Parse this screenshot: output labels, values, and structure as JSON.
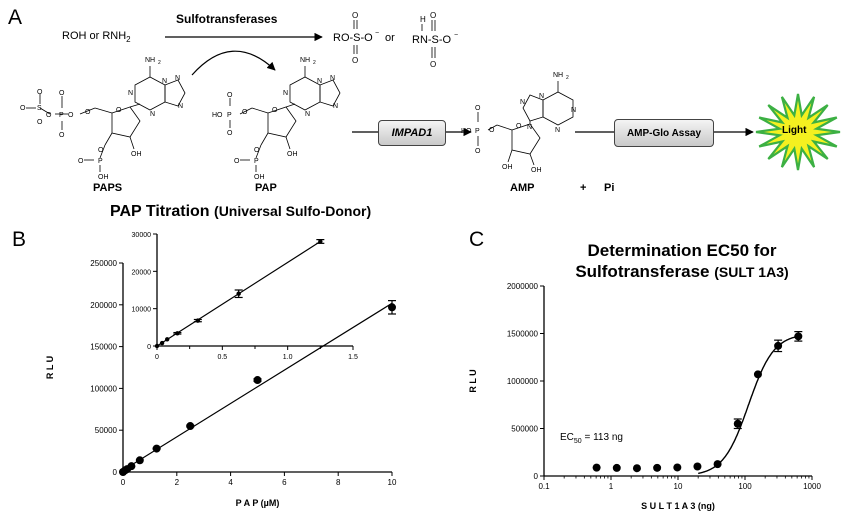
{
  "panel_a": {
    "label": "A",
    "reactant_text": "ROH  or  RNH",
    "reactant_sub": "2",
    "enzyme_label": "Sulfotransferases",
    "product_text_1": "RO-S-O",
    "or_text": "or",
    "product_text_2": "RN-S-O",
    "product_h": "H",
    "compounds": {
      "paps": "PAPS",
      "pap": "PAP",
      "amp": "AMP",
      "plus": "+",
      "pi": "Pi"
    },
    "impad_label": "IMPAD1",
    "ampglo_label": "AMP-Glo Assay",
    "light_label": "Light",
    "atoms": {
      "o": "O",
      "s": "S",
      "p": "P",
      "n": "N",
      "oh": "OH",
      "ho": "HO",
      "nh2": "NH",
      "minus": "−",
      "two": "2"
    }
  },
  "panel_b": {
    "label": "B",
    "title_main": "PAP Titration",
    "title_paren": "(Universal Sulfo-Donor)"
  },
  "panel_c": {
    "label": "C",
    "title_line1": "Determination EC50 for",
    "title_line2_main": "Sulfotransferase",
    "title_line2_paren": "(SULT 1A3)",
    "ec50_prefix": "EC",
    "ec50_sub": "50",
    "ec50_value": "= 113 ng"
  },
  "chart_data": [
    {
      "type": "scatter",
      "title": "PAP Titration (Universal Sulfo-Donor)",
      "xlabel": "P A P  (µM)",
      "ylabel": "R L U",
      "xlim": [
        0,
        10
      ],
      "ylim": [
        0,
        250000
      ],
      "xticks": [
        "0",
        "2",
        "4",
        "6",
        "8",
        "10"
      ],
      "yticks": [
        "0",
        "50000",
        "100000",
        "150000",
        "200000",
        "250000"
      ],
      "series": [
        {
          "x": [
            0,
            0.078,
            0.156,
            0.3125,
            0.625,
            1.25,
            2.5,
            5,
            10
          ],
          "y": [
            0,
            2000,
            3500,
            7000,
            14000,
            28000,
            55000,
            110000,
            197000
          ],
          "errors": [
            0,
            0,
            0,
            0,
            0,
            500,
            1000,
            1500,
            8000
          ]
        }
      ],
      "fit": "linear",
      "grid": false
    },
    {
      "type": "scatter",
      "title": "",
      "xlabel": "",
      "ylabel": "",
      "xlim": [
        0,
        1.5
      ],
      "ylim": [
        0,
        30000
      ],
      "xticks": [
        "0",
        "0.5",
        "1.0",
        "1.5"
      ],
      "xticks_minor": [
        "0.25",
        "0.75",
        "1.25"
      ],
      "yticks": [
        "0",
        "10000",
        "20000",
        "30000"
      ],
      "series": [
        {
          "x": [
            0,
            0.039,
            0.078,
            0.156,
            0.3125,
            0.625,
            1.25
          ],
          "y": [
            0,
            800,
            1800,
            3400,
            6800,
            14000,
            28000
          ],
          "errors": [
            0,
            0,
            0,
            200,
            300,
            1000,
            500
          ]
        }
      ],
      "fit": "linear",
      "inset": true,
      "grid": false
    },
    {
      "type": "scatter",
      "title": "Determination EC50 for Sulfotransferase (SULT 1A3)",
      "xlabel": "S U L T  1 A 3  (ng)",
      "ylabel": "R L U",
      "xscale": "log",
      "xlim": [
        0.1,
        1000
      ],
      "ylim": [
        0,
        2000000
      ],
      "xticks": [
        "0.1",
        "1",
        "10",
        "100",
        "1000"
      ],
      "yticks": [
        "0",
        "500000",
        "1000000",
        "1500000",
        "2000000"
      ],
      "series": [
        {
          "x": [
            0.61,
            1.22,
            2.44,
            4.88,
            9.77,
            19.5,
            39,
            78,
            156,
            312,
            625
          ],
          "y": [
            88000,
            85000,
            82000,
            86000,
            90000,
            100000,
            125000,
            550000,
            1070000,
            1370000,
            1470000
          ],
          "errors": [
            0,
            0,
            0,
            0,
            0,
            0,
            0,
            50000,
            0,
            60000,
            50000
          ]
        }
      ],
      "fit": "sigmoidal",
      "ec50": 113,
      "annotation": "EC50 = 113 ng",
      "grid": false
    }
  ]
}
